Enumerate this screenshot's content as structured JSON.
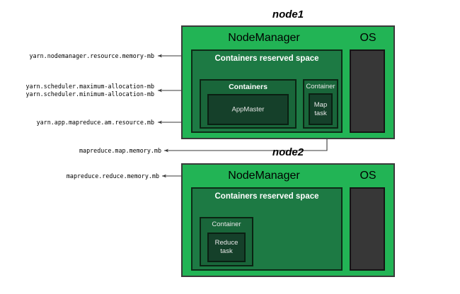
{
  "diagram": {
    "title_node1": "node1",
    "title_node2": "node2"
  },
  "labels": {
    "nodemanager_resource_memory": "yarn.nodemanager.resource.memory-mb",
    "scheduler_maximum_allocation": "yarn.scheduler.maximum-allocation-mb",
    "scheduler_minimum_allocation": "yarn.scheduler.minimum-allocation-mb",
    "am_resource_mb": "yarn.app.mapreduce.am.resource.mb",
    "map_memory_mb": "mapreduce.map.memory.mb",
    "reduce_memory_mb": "mapreduce.reduce.memory.mb"
  },
  "node1": {
    "nodemanager_header": "NodeManager",
    "os_header": "OS",
    "reserved_space": "Containers reserved space",
    "containers_label": "Containers",
    "appmaster_label": "AppMaster",
    "container_label": "Container",
    "map_task_label": "Map\ntask"
  },
  "node2": {
    "nodemanager_header": "NodeManager",
    "os_header": "OS",
    "reserved_space": "Containers reserved space",
    "container_label": "Container",
    "reduce_task_label": "Reduce\ntask"
  },
  "colors": {
    "node_green": "#22b455",
    "reserved_green": "#1d7a44",
    "containers_green": "#19663a",
    "inner_dark_green": "#15402a",
    "os_dark": "#373737",
    "leader_line": "#3a3a3a",
    "page_background": "#ffffff"
  }
}
